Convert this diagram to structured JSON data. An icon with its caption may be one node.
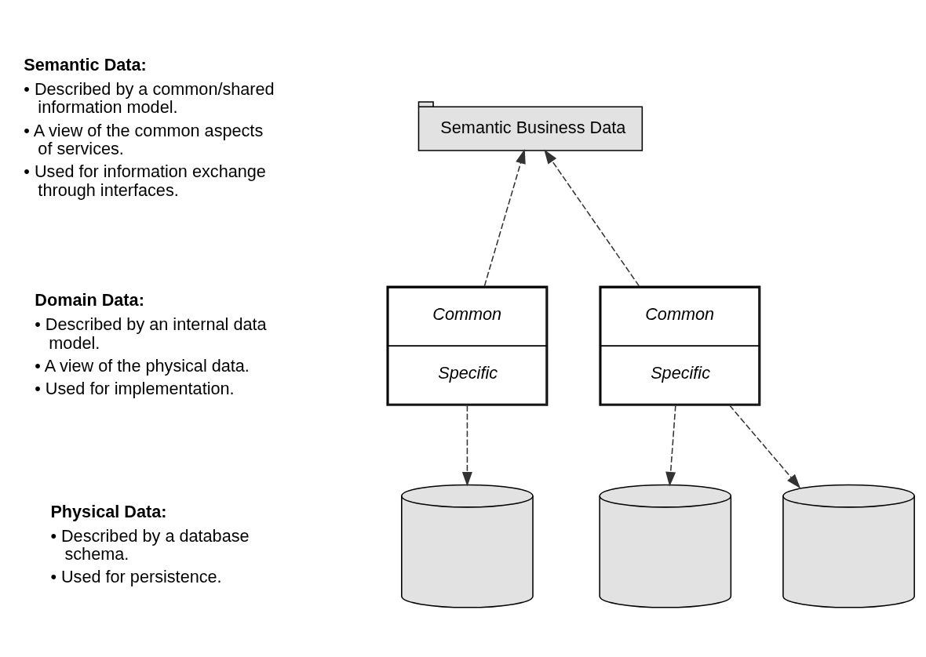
{
  "diagram": {
    "nodes": [
      {
        "text": [
          "Semantic Business Data"
        ]
      },
      {
        "text": [
          "Common",
          "Specific"
        ]
      },
      {
        "text": [
          "Common",
          "Specific"
        ]
      },
      {
        "text": [],
        "shape": "cylinder"
      },
      {
        "text": [],
        "shape": "cylinder"
      },
      {
        "text": [],
        "shape": "cylinder"
      }
    ],
    "edges": [
      {
        "from": 1,
        "to": 0,
        "arrow": "to",
        "style": "dashed"
      },
      {
        "from": 2,
        "to": 0,
        "arrow": "to",
        "style": "dashed"
      },
      {
        "from": 1,
        "to": 3,
        "arrow": "to",
        "style": "dashed"
      },
      {
        "from": 2,
        "to": 4,
        "arrow": "to",
        "style": "dashed"
      },
      {
        "from": 2,
        "to": 5,
        "arrow": "to",
        "style": "dashed"
      }
    ],
    "labels": [
      "Semantic Data:",
      "• Described by a common/shared information model.",
      "• A view of the common aspects of services.",
      "• Used for information exchange through interfaces.",
      "Domain Data:",
      "• Described by an internal data model.",
      "• A view of the physical data.",
      "• Used for implementation.",
      "Physical Data:",
      "• Described by a database schema.",
      "• Used for persistence."
    ]
  }
}
